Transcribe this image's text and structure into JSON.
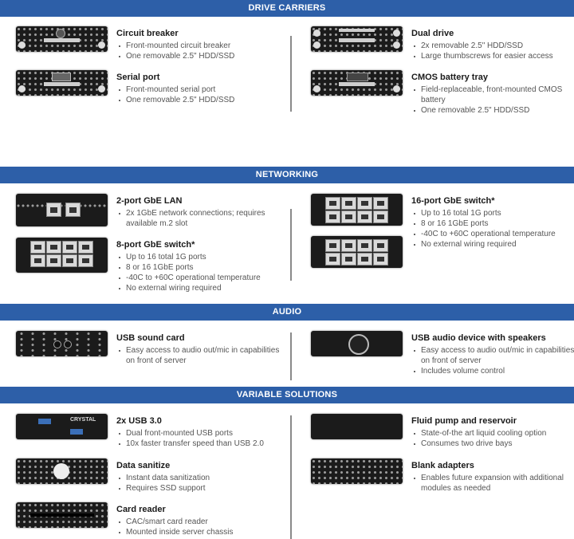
{
  "sections": [
    {
      "title": "DRIVE CARRIERS",
      "items": [
        {
          "title": "Circuit breaker",
          "bullets": [
            "Front-mounted circuit breaker",
            "One removable 2.5\" HDD/SSD"
          ]
        },
        {
          "title": "Serial port",
          "bullets": [
            "Front-mounted serial port",
            "One removable 2.5\" HDD/SSD"
          ]
        },
        {
          "title": "Dual drive",
          "bullets": [
            "2x removable 2.5\" HDD/SSD",
            "Large thumbscrews for easier access"
          ]
        },
        {
          "title": "CMOS battery tray",
          "bullets": [
            "Field-replaceable, front-mounted CMOS battery",
            "One removable 2.5\" HDD/SSD"
          ]
        }
      ]
    },
    {
      "title": "NETWORKING",
      "items": [
        {
          "title": "2-port GbE LAN",
          "bullets": [
            "2x 1GbE network connections; requires available m.2 slot"
          ]
        },
        {
          "title": "8-port GbE switch*",
          "bullets": [
            "Up to 16 total 1G ports",
            "8 or 16 1GbE ports",
            "-40C to +60C operational temperature",
            "No external wiring required"
          ]
        },
        {
          "title": "16-port GbE switch*",
          "bullets": [
            "Up to 16 total 1G ports",
            "8 or 16 1GbE ports",
            "-40C to +60C operational temperature",
            "No external wiring required"
          ]
        }
      ]
    },
    {
      "title": "AUDIO",
      "items": [
        {
          "title": "USB sound card",
          "bullets": [
            "Easy access to audio out/mic in capabilities on front of server"
          ]
        },
        {
          "title": "USB audio device with speakers",
          "bullets": [
            "Easy access to audio out/mic in capabilities on front of server",
            "Includes volume control"
          ]
        }
      ]
    },
    {
      "title": "VARIABLE SOLUTIONS",
      "items": [
        {
          "title": "2x USB 3.0",
          "bullets": [
            "Dual front-mounted USB ports",
            "10x faster transfer speed than USB 2.0"
          ],
          "logo_text": "CRYSTAL"
        },
        {
          "title": "Data sanitize",
          "bullets": [
            "Instant data sanitization",
            "Requires SSD support"
          ]
        },
        {
          "title": "Card reader",
          "bullets": [
            "CAC/smart card reader",
            "Mounted inside server chassis"
          ]
        },
        {
          "title": "Fluid pump and reservoir",
          "bullets": [
            "State-of-the art liquid cooling option",
            "Consumes two drive bays"
          ]
        },
        {
          "title": "Blank adapters",
          "bullets": [
            "Enables future expansion with additional modules as needed"
          ]
        }
      ]
    }
  ],
  "colors": {
    "header": "#2d5fa8",
    "divider": "#8a8a8a"
  }
}
